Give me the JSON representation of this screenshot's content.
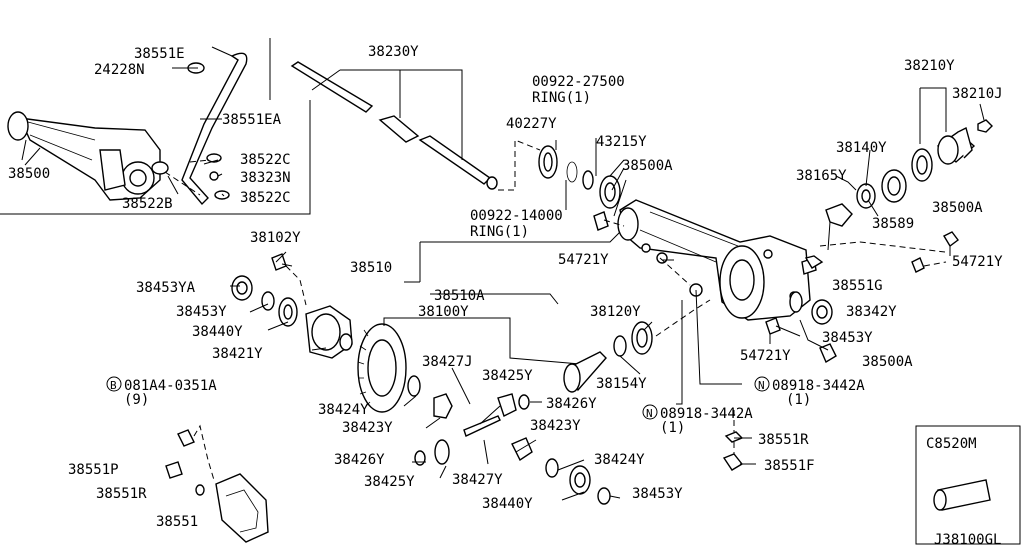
{
  "labels": {
    "p38551E": "38551E",
    "p24228N": "24228N",
    "p38551EA": "38551EA",
    "p38500": "38500",
    "p38522C_1": "38522C",
    "p38323N": "38323N",
    "p38522C_2": "38522C",
    "p38522B": "38522B",
    "p38230Y": "38230Y",
    "p00922_27500": "00922-27500",
    "ring_1a": "RING(1)",
    "p40227Y": "40227Y",
    "p43215Y": "43215Y",
    "p38500A_1": "38500A",
    "p00922_14000": "00922-14000",
    "ring_1b": "RING(1)",
    "p38210Y": "38210Y",
    "p38210J": "38210J",
    "p38140Y": "38140Y",
    "p38165Y": "38165Y",
    "p38589": "38589",
    "p38500A_2": "38500A",
    "p54721Y_1": "54721Y",
    "p54721Y_2": "54721Y",
    "p38551G": "38551G",
    "p38342Y": "38342Y",
    "p38453Y_r": "38453Y",
    "p54721Y_3": "54721Y",
    "p38500A_3": "38500A",
    "p38102Y": "38102Y",
    "p38510": "38510",
    "p38510A": "38510A",
    "p38453YA": "38453YA",
    "p38453Y_l": "38453Y",
    "p38440Y_l": "38440Y",
    "p38421Y": "38421Y",
    "p38100Y": "38100Y",
    "p38120Y": "38120Y",
    "p38427J": "38427J",
    "p38425Y_1": "38425Y",
    "p38154Y": "38154Y",
    "b_circle": "B",
    "p081A4": "081A4-0351A",
    "qty9": "(9)",
    "p38424Y_1": "38424Y",
    "p38426Y_1": "38426Y",
    "n_circle_1": "N",
    "p08918_1": "08918-3442A",
    "qty1_a": "(1)",
    "p38423Y_1": "38423Y",
    "n_circle_2": "N",
    "p08918_2": "08918-3442A",
    "qty1_b": "(1)",
    "p38423Y_2": "38423Y",
    "p38551R_r": "38551R",
    "p38551P": "38551P",
    "p38426Y_2": "38426Y",
    "p38424Y_2": "38424Y",
    "p38551F": "38551F",
    "p38551R_l": "38551R",
    "p38425Y_2": "38425Y",
    "p38427Y": "38427Y",
    "p38440Y_b": "38440Y",
    "p38453Y_b": "38453Y",
    "p38551": "38551",
    "inset_code": "C8520M",
    "diagram_code": "J38100GL"
  }
}
